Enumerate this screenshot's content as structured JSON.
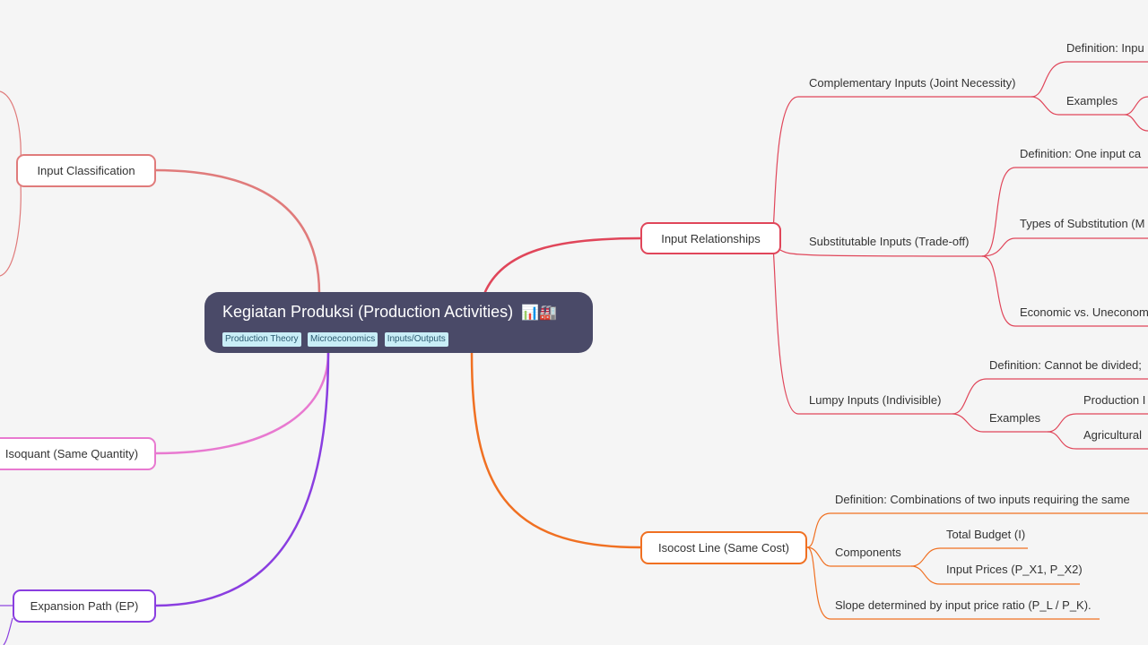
{
  "central": {
    "title": "Kegiatan Produksi (Production Activities)",
    "emoji": "📊🏭",
    "tags": [
      "Production Theory",
      "Microeconomics",
      "Inputs/Outputs"
    ]
  },
  "left": {
    "input_classification": "Input Classification",
    "isoquant": "Isoquant (Same Quantity)",
    "expansion_path": "Expansion Path (EP)"
  },
  "right": {
    "input_relationships": "Input Relationships",
    "complementary": "Complementary Inputs (Joint Necessity)",
    "complementary_definition": "Definition: Inpu",
    "complementary_examples": "Examples",
    "substitutable": "Substitutable Inputs (Trade-off)",
    "substitutable_definition": "Definition: One input ca",
    "substitution_types": "Types of Substitution (M",
    "economic_vs": "Economic vs. Uneconom",
    "lumpy": "Lumpy Inputs (Indivisible)",
    "lumpy_definition": "Definition: Cannot be divided;",
    "lumpy_examples": "Examples",
    "lumpy_example_1": "Production I",
    "lumpy_example_2": "Agricultural",
    "isocost": "Isocost Line (Same Cost)",
    "isocost_definition": "Definition: Combinations of two inputs requiring the same",
    "components": "Components",
    "total_budget": "Total Budget (I)",
    "input_prices": "Input Prices (P_X1, P_X2)",
    "slope": "Slope determined by input price ratio (P_L / P_K)."
  },
  "colors": {
    "background": "#f5f5f5",
    "central_fill": "#4a4a68",
    "tag_fill": "#c9eef7",
    "input_classification": "#e07b7b",
    "isoquant": "#e879d0",
    "expansion_path": "#8a3ee0",
    "input_relationships": "#e0465a",
    "isocost": "#f07022"
  }
}
